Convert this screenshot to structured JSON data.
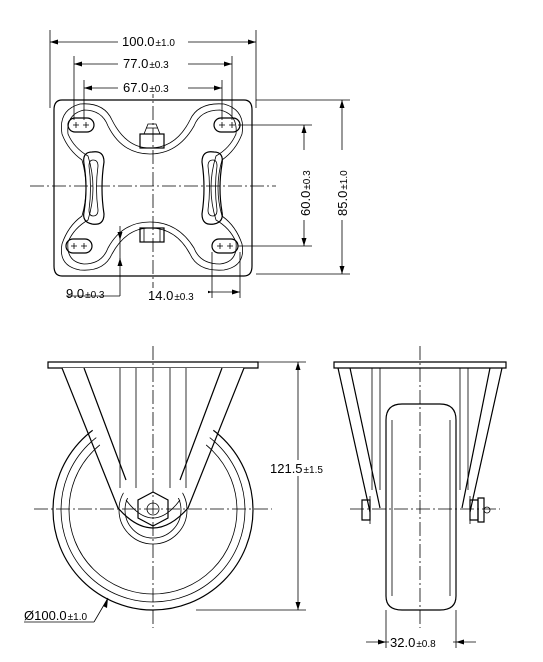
{
  "dimensions": {
    "plate_width": {
      "value": "100.0",
      "tol": "±1.0"
    },
    "hole_spacing_outer": {
      "value": "77.0",
      "tol": "±0.3"
    },
    "hole_spacing_inner": {
      "value": "67.0",
      "tol": "±0.3"
    },
    "hole_vertical": {
      "value": "60.0",
      "tol": "±0.3"
    },
    "plate_depth": {
      "value": "85.0",
      "tol": "±1.0"
    },
    "slot_width": {
      "value": "9.0",
      "tol": "±0.3"
    },
    "slot_length": {
      "value": "14.0",
      "tol": "±0.3"
    },
    "overall_height": {
      "value": "121.5",
      "tol": "±1.5"
    },
    "wheel_diameter": {
      "value": "Ø100.0",
      "tol": "±1.0"
    },
    "wheel_width": {
      "value": "32.0",
      "tol": "±0.8"
    }
  }
}
